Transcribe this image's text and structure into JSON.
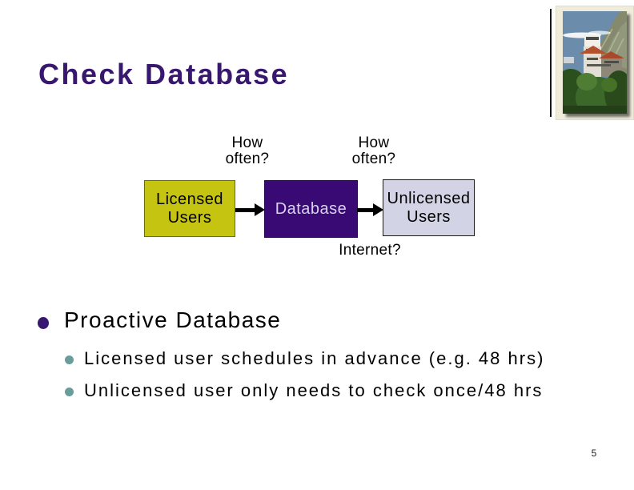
{
  "slide": {
    "title": "Check Database",
    "page_number": "5"
  },
  "diagram": {
    "label_how_often_left": "How\noften?",
    "label_how_often_right": "How\noften?",
    "label_internet": "Internet?",
    "boxes": {
      "licensed": "Licensed\nUsers",
      "database": "Database",
      "unlicensed": "Unlicensed\nUsers"
    },
    "colors": {
      "licensed_fill": "#c5c410",
      "licensed_border": "#6e6e00",
      "database_fill": "#3a0a74",
      "database_text": "#d8d2ee",
      "unlicensed_fill": "#d2d4e6",
      "unlicensed_border": "#1a1a1a",
      "arrow": "#000000"
    }
  },
  "bullets": {
    "main": {
      "text": "Proactive Database",
      "bullet_color": "#38186e"
    },
    "sub": [
      {
        "text": "Licensed user schedules in advance (e.g. 48 hrs)"
      },
      {
        "text": "Unlicensed user only needs to check once/48 hrs"
      }
    ],
    "sub_bullet_color": "#6a9c9c"
  },
  "theme": {
    "title_color": "#38186e",
    "background_color": "#ffffff",
    "photo_alt": "building-with-mountains-photo"
  }
}
